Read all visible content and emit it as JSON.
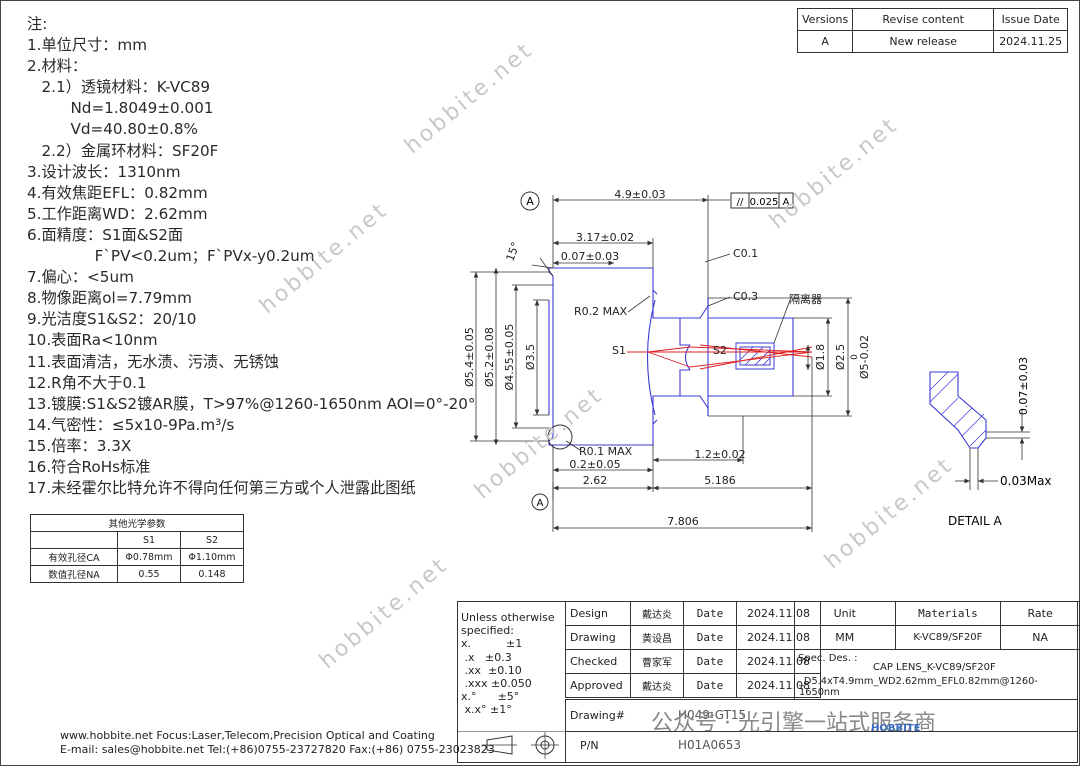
{
  "notes": {
    "heading": "注:",
    "items": [
      "1.单位尺寸：mm",
      "2.材料：",
      "   2.1）透镜材料：K-VC89",
      "         Nd=1.8049±0.001",
      "         Vd=40.80±0.8%",
      "   2.2）金属环材料：SF20F",
      "3.设计波长：1310nm",
      "4.有效焦距EFL：0.82mm",
      "5.工作距离WD：2.62mm",
      "6.面精度：S1面&S2面",
      "              F`PV<0.2um；F`PVx-y0.2um",
      "7.偏心：<5um",
      "8.物像距离ol=7.79mm",
      "9.光洁度S1&S2：20/10",
      "10.表面Ra<10nm",
      "11.表面清洁，无水渍、污渍、无锈蚀",
      "12.R角不大于0.1",
      "13.镀膜:S1&S2镀AR膜，T>97%@1260-1650nm AOI=0°-20°",
      "14.气密性：≤5x10-9Pa.m³/s",
      "15.倍率：3.3X",
      "16.符合RoHs标准",
      "17.未经霍尔比特允许不得向任何第三方或个人泄露此图纸"
    ]
  },
  "revision": {
    "headers": [
      "Versions",
      "Revise content",
      "Issue Date"
    ],
    "rows": [
      [
        "A",
        "New release",
        "2024.11.25"
      ]
    ]
  },
  "optical_params": {
    "title": "其他光学参数",
    "columns": [
      "",
      "S1",
      "S2"
    ],
    "rows": [
      [
        "有效孔径CA",
        "Φ0.78mm",
        "Φ1.10mm"
      ],
      [
        "数值孔径NA",
        "0.55",
        "0.148"
      ]
    ]
  },
  "drawing": {
    "datum_a": "A",
    "dim_total_top": "4.9±0.03",
    "flatness_symbol": "//",
    "flatness_value": "0.025",
    "flatness_datum": "A",
    "dim_317": "3.17±0.02",
    "dim_007": "0.07±0.03",
    "angle": "15°",
    "c01": "C0.1",
    "c03": "C0.3",
    "r02": "R0.2 MAX",
    "isolator": "隔离器",
    "s1": "S1",
    "s2": "S2",
    "d54": "Ø5.4±0.05",
    "d52": "Ø5.2±0.08",
    "d455": "Ø4.55±0.05",
    "d35": "Ø3.5",
    "d18": "Ø1.8",
    "d25": "Ø2.5",
    "d5": "Ø5-0.02",
    "d5_upper": "0",
    "r01": "R0.1 MAX",
    "dim_02": "0.2±0.05",
    "dim_12": "1.2±0.02",
    "dim_262": "2.62",
    "dim_5186": "5.186",
    "dim_7806": "7.806",
    "detail_dim": "0.07±0.03",
    "detail_max": "0.03Max",
    "detail_label": "DETAIL A"
  },
  "tolerances": {
    "lines": [
      "Unless otherwise",
      "specified:",
      "x.          ±1",
      " .x   ±0.3",
      " .xx  ±0.10",
      " .xxx ±0.050",
      "x.°      ±5°",
      " x.x° ±1°"
    ]
  },
  "title_block": {
    "rows": [
      {
        "role": "Design",
        "name": "戴达炎",
        "date_label": "Date",
        "date": "2024.11.08"
      },
      {
        "role": "Drawing",
        "name": "黄设昌",
        "date_label": "Date",
        "date": "2024.11.08"
      },
      {
        "role": "Checked",
        "name": "曹家军",
        "date_label": "Date",
        "date": "2024.11.08"
      },
      {
        "role": "Approved",
        "name": "戴达炎",
        "date_label": "Date",
        "date": "2024.11.08"
      }
    ],
    "unit_label": "Unit",
    "unit_value": "MM",
    "materials_label": "Materials",
    "materials_value": "K-VC89/SF20F",
    "rate_label": "Rate",
    "rate_value": "NA",
    "spec_label": "Spec. Des. :",
    "spec_line1": "CAP LENS_K-VC89/SF20F",
    "spec_line2": "_D5.4xT4.9mm_WD2.62mm_EFL0.82mm@1260-1650nm",
    "drawing_no_label": "Drawing#",
    "drawing_no": "H049-GT15",
    "pn_label": "P/N",
    "pn": "H01A0653",
    "logo": "HOBBITE"
  },
  "footer": {
    "line1": "www.hobbite.net Focus:Laser,Telecom,Precision Optical and Coating",
    "line2": "E-mail: sales@hobbite.net Tel:(+86)0755-23727820 Fax:(+86) 0755-23023823"
  },
  "overlay_text": "公众号 · 光引擎一站式服务商",
  "watermark": "hobbite.net",
  "colors": {
    "outline": "#3b3bd6",
    "ray": "#e02020",
    "ink": "#222222"
  }
}
